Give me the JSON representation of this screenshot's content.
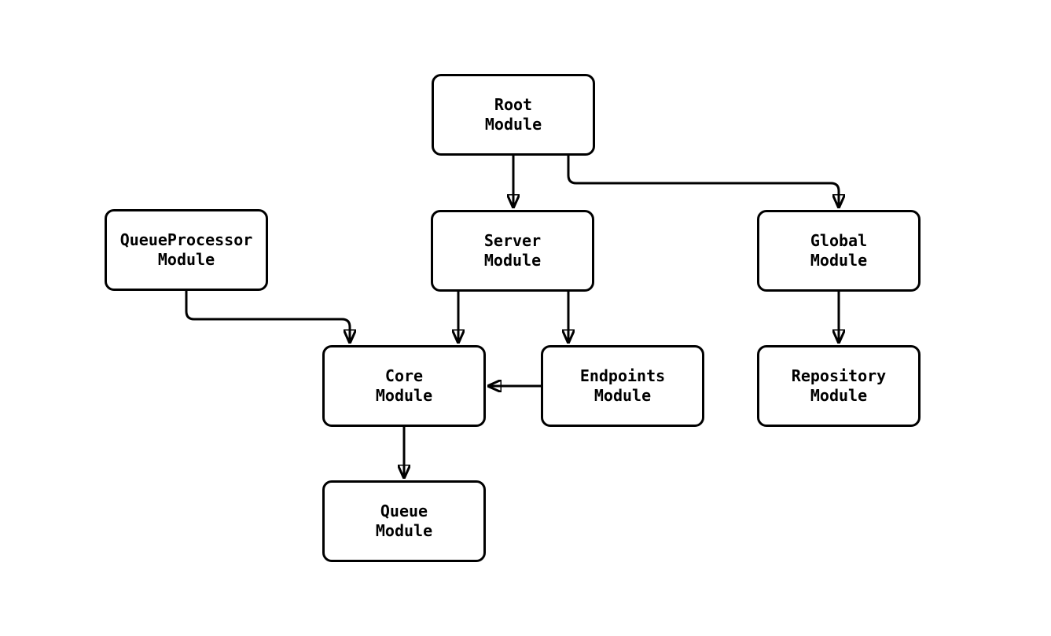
{
  "diagram": {
    "type": "flowchart",
    "background_color": "#ffffff",
    "stroke_color": "#000000",
    "node_fill_color": "#ffffff",
    "nodes": [
      {
        "id": "root",
        "line1": "Root",
        "line2": "Module",
        "label": "Root Module"
      },
      {
        "id": "queueprocessor",
        "line1": "QueueProcessor",
        "line2": "Module",
        "label": "QueueProcessor Module"
      },
      {
        "id": "server",
        "line1": "Server",
        "line2": "Module",
        "label": "Server Module"
      },
      {
        "id": "global",
        "line1": "Global",
        "line2": "Module",
        "label": "Global Module"
      },
      {
        "id": "core",
        "line1": "Core",
        "line2": "Module",
        "label": "Core Module"
      },
      {
        "id": "endpoints",
        "line1": "Endpoints",
        "line2": "Module",
        "label": "Endpoints Module"
      },
      {
        "id": "repository",
        "line1": "Repository",
        "line2": "Module",
        "label": "Repository Module"
      },
      {
        "id": "queue",
        "line1": "Queue",
        "line2": "Module",
        "label": "Queue Module"
      }
    ],
    "edges": [
      {
        "from": "Root Module",
        "to": "Server Module"
      },
      {
        "from": "Root Module",
        "to": "Global Module"
      },
      {
        "from": "QueueProcessor Module",
        "to": "Core Module"
      },
      {
        "from": "Server Module",
        "to": "Core Module"
      },
      {
        "from": "Server Module",
        "to": "Endpoints Module"
      },
      {
        "from": "Endpoints Module",
        "to": "Core Module"
      },
      {
        "from": "Global Module",
        "to": "Repository Module"
      },
      {
        "from": "Core Module",
        "to": "Queue Module"
      }
    ]
  }
}
